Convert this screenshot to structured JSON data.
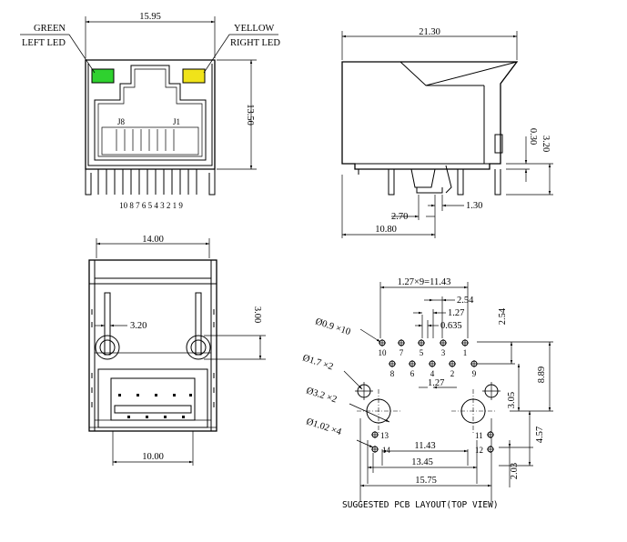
{
  "front_view": {
    "dim_width": "15.95",
    "dim_height": "13.50",
    "green_led_label": "GREEN",
    "left_led_label": "LEFT LED",
    "yellow_led_label": "YELLOW",
    "right_led_label": "RIGHT LED",
    "pin_j8": "J8",
    "pin_j1": "J1",
    "pin_numbers": "10 8 7 6 5 4 3 2 1 9",
    "green_color": "#2fd12f",
    "yellow_color": "#f0e31a"
  },
  "side_view": {
    "dim_length": "21.30",
    "dim_030": "0.30",
    "dim_320": "3.20",
    "dim_270": "2.70",
    "dim_130": "1.30",
    "dim_1080": "10.80"
  },
  "bottom_view": {
    "dim_width": "14.00",
    "dim_320": "3.20",
    "dim_300": "3.00",
    "dim_1000": "10.00"
  },
  "pcb_layout": {
    "dim_pitch": "1.27×9=11.43",
    "dim_254_top": "2.54",
    "dim_127_top": "1.27",
    "dim_0635": "0.635",
    "dim_254_right": "2.54",
    "dim_889": "8.89",
    "dim_127_mid": "1.27",
    "dim_305": "3.05",
    "dim_457": "4.57",
    "dim_203": "2.03",
    "dim_1143": "11.43",
    "dim_1345": "13.45",
    "dim_1575": "15.75",
    "hole_09": "Ø0.9 ×10",
    "hole_17": "Ø1.7 ×2",
    "hole_32": "Ø3.2 ×2",
    "hole_102": "Ø1.02 ×4",
    "pin_10": "10",
    "pin_7": "7",
    "pin_5": "5",
    "pin_3": "3",
    "pin_1": "1",
    "pin_8": "8",
    "pin_6": "6",
    "pin_4": "4",
    "pin_2": "2",
    "pin_9": "9",
    "pin_13": "13",
    "pin_14": "14",
    "pin_11": "11",
    "pin_12": "12",
    "title": "SUGGESTED PCB LAYOUT(TOP VIEW)"
  }
}
